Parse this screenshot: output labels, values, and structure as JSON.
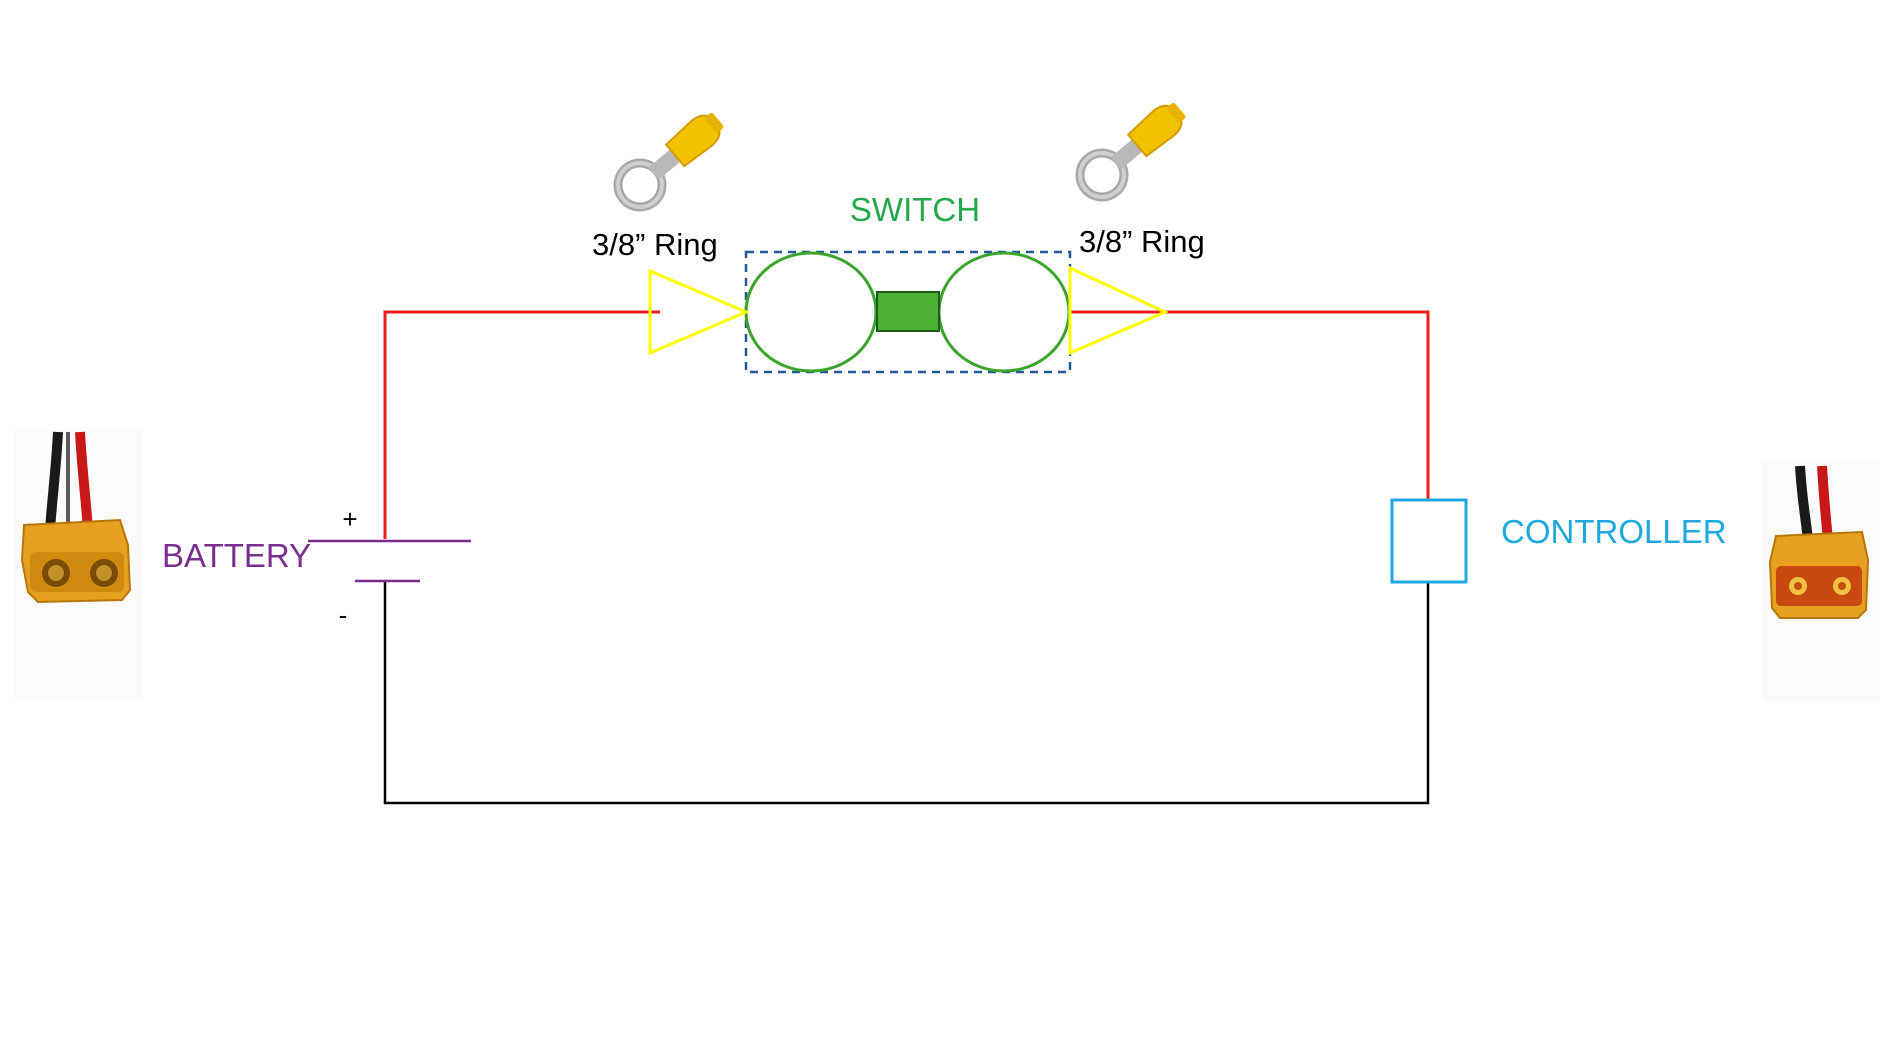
{
  "labels": {
    "switch": "SWITCH",
    "ring_left": "3/8” Ring",
    "ring_right": "3/8” Ring",
    "battery": "BATTERY",
    "battery_plus": "+",
    "battery_minus": "-",
    "controller": "CONTROLLER"
  },
  "icons": {
    "ring_terminal": "ring-terminal-icon",
    "xt60_female": "xt60-female-connector-icon",
    "xt60_male": "xt60-male-connector-icon"
  },
  "colors": {
    "positive_wire": "#ee1c1c",
    "negative_wire": "#000000",
    "ring_triangle": "#ffff00",
    "switch": "#3aa52a",
    "switch_fill": "#4caf36",
    "switch_box": "#1f5b99",
    "battery": "#7a2f8f",
    "controller": "#1ea8e0",
    "connector_body": "#e8a020"
  }
}
